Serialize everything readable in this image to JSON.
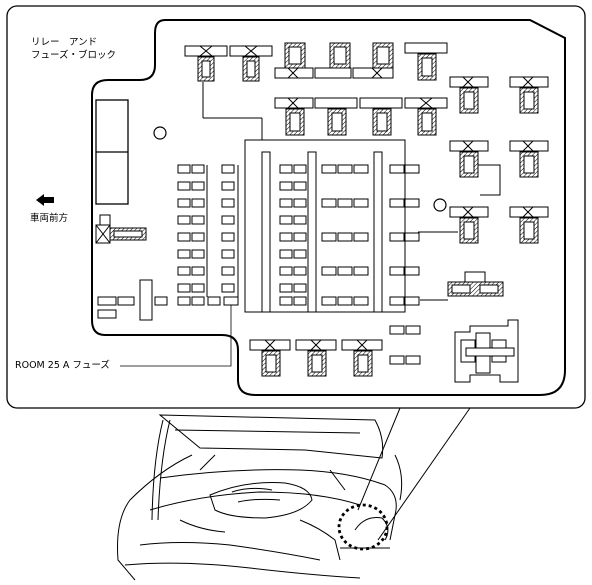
{
  "labels": {
    "title_line1": "リレー　アンド",
    "title_line2": "フューズ・ブロック",
    "vehicle_front": "車両前方",
    "fuse_callout": "ROOM 25 A フューズ"
  },
  "icons": {
    "direction_arrow": "arrow-left-icon",
    "fuse_highlight": "dotted-circle-highlight"
  },
  "colors": {
    "line": "#000000",
    "background": "#ffffff"
  }
}
